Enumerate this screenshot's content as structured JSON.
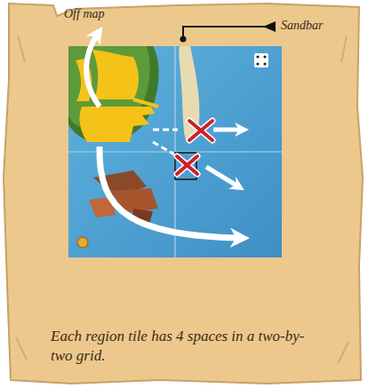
{
  "diagram": {
    "caption": "Each region tile has 4 spaces in a two-by-two grid.",
    "labels": [
      "Off map",
      "Sandbar"
    ]
  }
}
